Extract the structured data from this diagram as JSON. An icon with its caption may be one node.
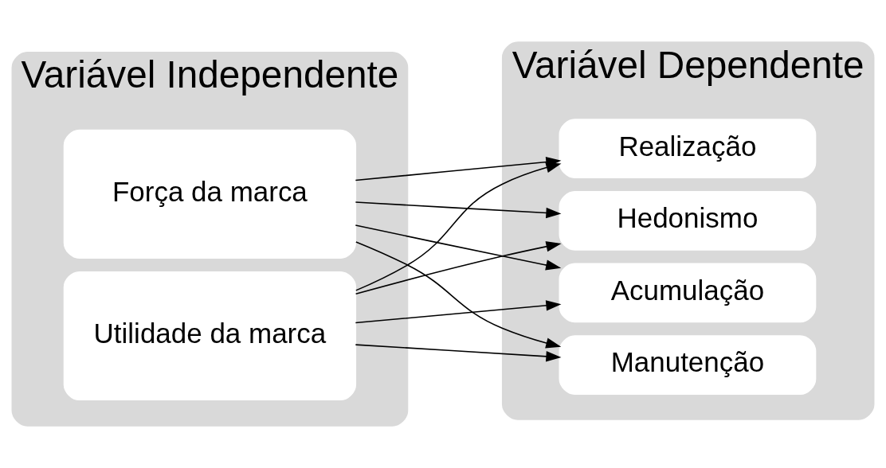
{
  "diagram": {
    "nodes": [
      {
        "text": [
          "Variável Independente"
        ]
      },
      {
        "text": [
          "Força da marca"
        ],
        "in": 0
      },
      {
        "text": [
          "Utilidade da marca"
        ],
        "in": 0
      },
      {
        "text": [
          "Variável Dependente"
        ]
      },
      {
        "text": [
          "Realização"
        ],
        "in": 3
      },
      {
        "text": [
          "Hedonismo"
        ],
        "in": 3
      },
      {
        "text": [
          "Acumulação"
        ],
        "in": 3
      },
      {
        "text": [
          "Manutenção"
        ],
        "in": 3
      }
    ],
    "edges": [
      {
        "from": 1,
        "to": 4,
        "arrow": "to"
      },
      {
        "from": 1,
        "to": 5,
        "arrow": "to"
      },
      {
        "from": 1,
        "to": 6,
        "arrow": "to"
      },
      {
        "from": 1,
        "to": 7,
        "arrow": "to"
      },
      {
        "from": 2,
        "to": 4,
        "arrow": "to"
      },
      {
        "from": 2,
        "to": 5,
        "arrow": "to"
      },
      {
        "from": 2,
        "to": 6,
        "arrow": "to"
      },
      {
        "from": 2,
        "to": 7,
        "arrow": "to"
      }
    ]
  }
}
